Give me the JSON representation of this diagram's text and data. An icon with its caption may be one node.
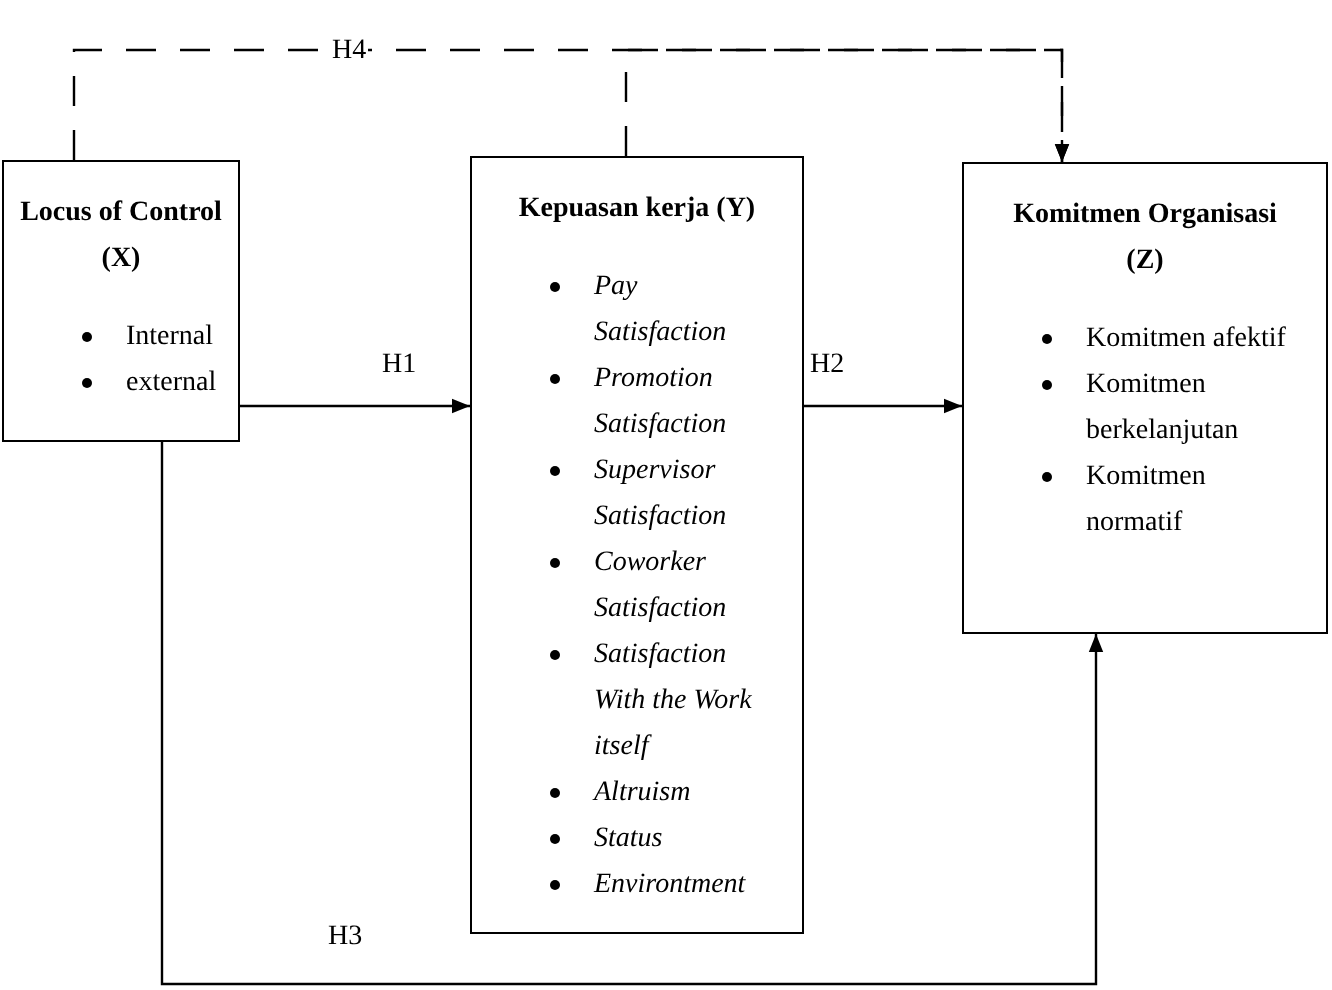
{
  "diagram": {
    "nodes": [
      {
        "text": [
          "Locus of Control (X)",
          "Internal",
          "external"
        ]
      },
      {
        "text": [
          "Kepuasan kerja (Y)",
          "Pay Satisfaction",
          "Promotion Satisfaction",
          "Supervisor Satisfaction",
          "Coworker Satisfaction",
          "Satisfaction With the Work itself",
          "Altruism",
          "Status",
          "Environtment"
        ]
      },
      {
        "text": [
          "Komitmen Organisasi (Z)",
          "Komitmen afektif",
          "Komitmen berkelanjutan",
          "Komitmen normatif"
        ]
      }
    ],
    "edges": [
      {
        "from": 0,
        "to": 1,
        "arrow": "to",
        "label": "H1"
      },
      {
        "from": 1,
        "to": 2,
        "arrow": "to",
        "label": "H2"
      },
      {
        "from": 0,
        "to": 2,
        "arrow": "to",
        "label": "H3"
      },
      {
        "from": 0,
        "to": 2,
        "arrow": "to",
        "label": "H4",
        "style": "dashed"
      },
      {
        "from": 1,
        "to": 2,
        "arrow": "to",
        "style": "dashed"
      }
    ]
  }
}
